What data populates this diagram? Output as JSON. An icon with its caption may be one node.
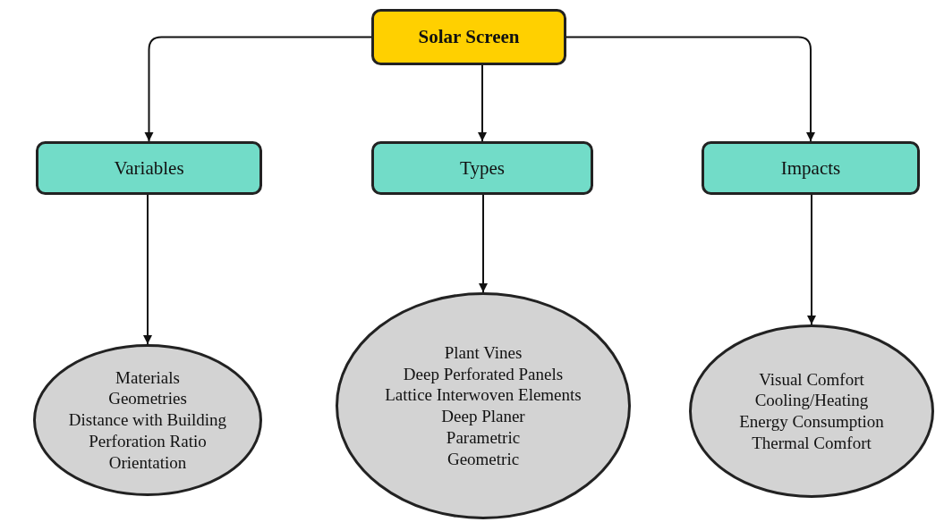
{
  "diagram": {
    "nodes": [
      {
        "text": [
          "Solar Screen"
        ]
      },
      {
        "text": [
          "Variables"
        ]
      },
      {
        "text": [
          "Types"
        ]
      },
      {
        "text": [
          "Impacts"
        ]
      },
      {
        "text": [
          "Materials",
          "Geometries",
          "Distance with Building",
          "Perforation Ratio",
          "Orientation"
        ]
      },
      {
        "text": [
          "Plant Vines",
          "Deep Perforated Panels",
          "Lattice Interwoven Elements",
          "Deep Planer",
          "Parametric",
          "Geometric"
        ]
      },
      {
        "text": [
          "Visual Comfort",
          "Cooling/Heating",
          "Energy Consumption",
          "Thermal Comfort"
        ]
      }
    ],
    "edges": [
      {
        "from": 0,
        "to": 1,
        "arrow": "to"
      },
      {
        "from": 0,
        "to": 2,
        "arrow": "to"
      },
      {
        "from": 0,
        "to": 3,
        "arrow": "to"
      },
      {
        "from": 1,
        "to": 4,
        "arrow": "to"
      },
      {
        "from": 2,
        "to": 5,
        "arrow": "to"
      },
      {
        "from": 3,
        "to": 6,
        "arrow": "to"
      }
    ]
  }
}
